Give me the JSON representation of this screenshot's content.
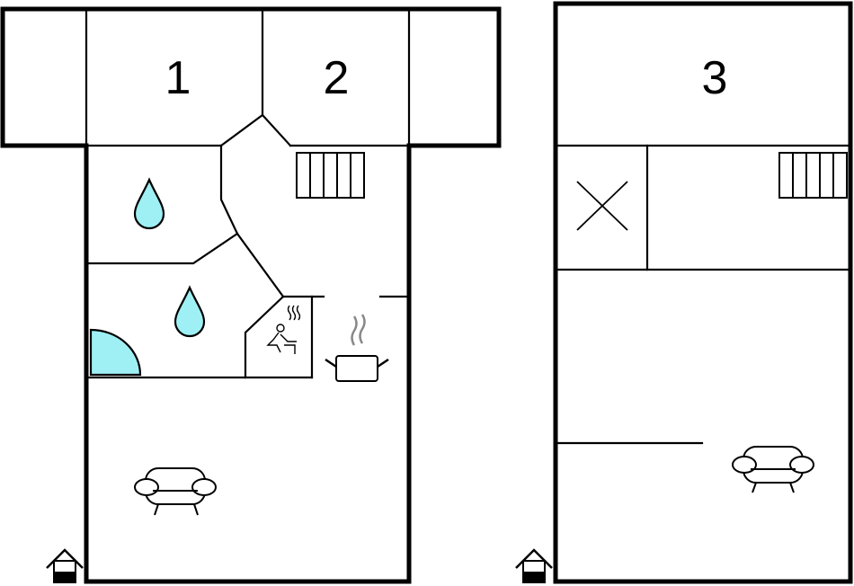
{
  "floorplan": {
    "ground_floor": {
      "room_labels": [
        "1",
        "2"
      ],
      "icons": [
        "water-drop-icon",
        "water-drop-icon",
        "shower-icon",
        "sauna-icon",
        "kitchen-pot-icon",
        "sofa-icon",
        "stairs-icon",
        "entrance-house-icon"
      ]
    },
    "upper_floor": {
      "room_labels": [
        "3"
      ],
      "icons": [
        "void-cross-icon",
        "stairs-icon",
        "sofa-icon",
        "entrance-house-icon"
      ]
    },
    "colors": {
      "wall": "#000000",
      "water": "#9ff0f4",
      "steam": "#888888"
    }
  }
}
